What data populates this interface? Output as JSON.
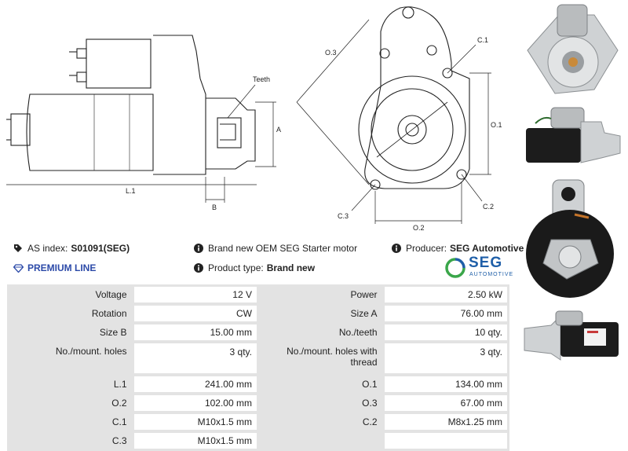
{
  "drawing": {
    "labels": {
      "teeth": "Teeth",
      "a": "A",
      "l1": "L.1",
      "b": "B",
      "o3": "O.3",
      "c1": "C.1",
      "o1": "O.1",
      "c3": "C.3",
      "c2": "C.2",
      "o2": "O.2"
    }
  },
  "info": {
    "as_index_label": "AS index:",
    "as_index_value": "S01091(SEG)",
    "description": "Brand new OEM SEG Starter motor",
    "producer_label": "Producer:",
    "producer_value": "SEG Automotive",
    "premium_line": "PREMIUM LINE",
    "product_type_label": "Product type:",
    "product_type_value": "Brand new",
    "logo_main": "SEG",
    "logo_sub": "AUTOMOTIVE"
  },
  "specs": [
    [
      "Voltage",
      "12 V",
      "Power",
      "2.50 kW"
    ],
    [
      "Rotation",
      "CW",
      "Size A",
      "76.00 mm"
    ],
    [
      "Size B",
      "15.00 mm",
      "No./teeth",
      "10 qty."
    ],
    [
      "No./mount. holes",
      "3 qty.",
      "No./mount. holes with thread",
      "3 qty."
    ],
    [
      "L.1",
      "241.00 mm",
      "O.1",
      "134.00 mm"
    ],
    [
      "O.2",
      "102.00 mm",
      "O.3",
      "67.00 mm"
    ],
    [
      "C.1",
      "M10x1.5 mm",
      "C.2",
      "M8x1.25 mm"
    ],
    [
      "C.3",
      "M10x1.5 mm",
      "",
      ""
    ]
  ],
  "colors": {
    "premium": "#2c4aa8",
    "seg_green": "#3aa64a",
    "seg_blue": "#1f5fa8",
    "table_label_bg": "#e3e3e3"
  }
}
